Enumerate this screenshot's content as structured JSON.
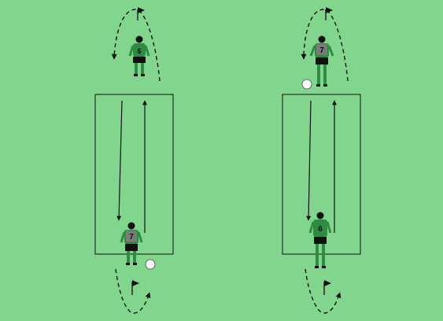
{
  "drill": {
    "colors": {
      "field": "#81d58c",
      "jersey": "#2e8b43",
      "bib": "#7a7a7a",
      "shorts": "#111111",
      "socks": "#2e8b43",
      "lines": "#111111",
      "ball": "#ffffff"
    },
    "panels": [
      {
        "id": "left",
        "players": [
          {
            "role": "top-player",
            "number": "6",
            "has_bib": false
          },
          {
            "role": "bottom-player",
            "number": "7",
            "has_bib": true
          }
        ],
        "ball_near": "bottom-player",
        "flags": [
          "top-flag",
          "bottom-flag"
        ]
      },
      {
        "id": "right",
        "players": [
          {
            "role": "top-player",
            "number": "7",
            "has_bib": true
          },
          {
            "role": "bottom-player",
            "number": "6",
            "has_bib": false
          }
        ],
        "ball_near": "top-player",
        "flags": [
          "top-flag",
          "bottom-flag"
        ]
      }
    ],
    "icons": [
      "flag-icon",
      "ball-icon",
      "arrow-icon"
    ]
  }
}
